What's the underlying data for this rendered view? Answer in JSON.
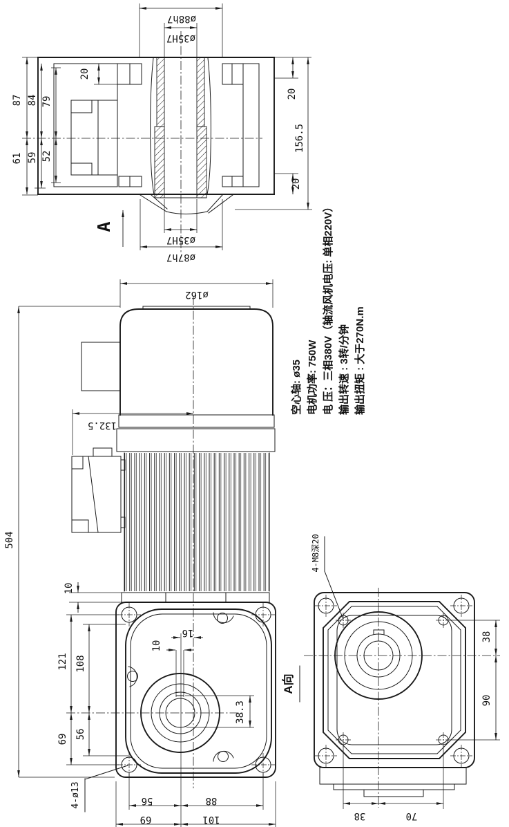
{
  "colors": {
    "ink": "#1a1a1a",
    "background": "#ffffff"
  },
  "drawing": {
    "section_view": {
      "section_label": "A",
      "dims": {
        "dia_hub_top": "ø88h7",
        "dia_bore_top": "ø35H7",
        "h87": "87",
        "h84": "84",
        "h79": "79",
        "h61": "61",
        "h59": "59",
        "h52": "52",
        "d20_left": "20",
        "d20_right_top": "20",
        "d20_right_bottom": "20",
        "h156_5": "156.5",
        "dia_bore_bottom": "ø35H7",
        "dia_hub_bottom": "ø87h7"
      }
    },
    "front_view": {
      "holes_note": "4-ø13",
      "dims": {
        "h504": "504",
        "w132_5": "132.5",
        "dia_motor": "ø162",
        "t10": "10",
        "v121": "121",
        "v108": "108",
        "v69": "69",
        "v56": "56",
        "k16": "16",
        "k10": "10",
        "k38_3": "38.3",
        "b56": "56",
        "b88": "88",
        "b69": "69",
        "b101": "101"
      }
    },
    "a_view": {
      "label": "A向",
      "holes_note": "4-M8深20",
      "dims": {
        "r38": "38",
        "r90": "90",
        "b38": "38",
        "b70": "70"
      }
    },
    "specs": {
      "lines": [
        "空心轴:  ø35",
        "电机功率: 750W",
        "电 压：三相380V（轴流风机电压: 单相220V）",
        "输出转速 : 3转/分钟",
        "输出扭矩 : 大于270N.m"
      ]
    }
  }
}
